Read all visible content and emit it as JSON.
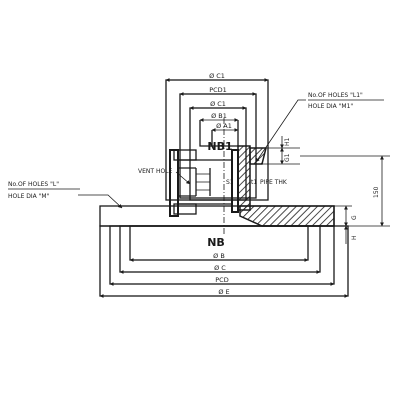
{
  "labels": {
    "nb1": "NB1",
    "nb": "NB",
    "vent_hole": "VENT HOLE",
    "pipe_thk": "PIPE THK",
    "s1": "S1",
    "t1": "t1",
    "holes_l1_line1": "No.OF HOLES \"L1\"",
    "holes_l1_line2": "HOLE DIA \"M1\"",
    "holes_l_line1": "No.OF HOLES \"L\"",
    "holes_l_line2": "HOLE DIA \"M\""
  },
  "dimensions": {
    "c1_top": "Ø C1",
    "pcd1": "PCD1",
    "c1_inner": "Ø C1",
    "b1": "Ø B1",
    "a1": "Ø A1",
    "h1": "H1",
    "g1": "G1",
    "height_150": "150",
    "g": "G",
    "h": "H",
    "b": "Ø B",
    "c": "Ø C",
    "pcd": "PCD",
    "e": "Ø E"
  }
}
